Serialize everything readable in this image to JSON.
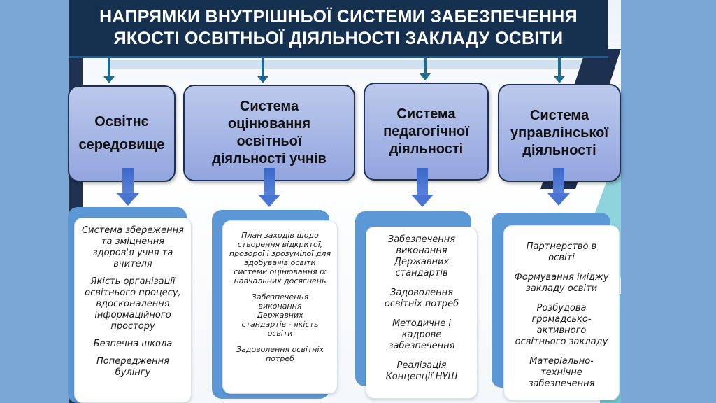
{
  "title": {
    "line1": "НАПРЯМКИ ВНУТРІШНЬОЇ СИСТЕМИ ЗАБЕЗПЕЧЕННЯ",
    "line2": "ЯКОСТІ ОСВІТНЬОЇ ДІЯЛЬНОСТІ ЗАКЛАДУ ОСВІТИ"
  },
  "columns": [
    {
      "heading": [
        "Освітнє",
        "середовище"
      ],
      "items": [
        "Система збереження та зміцнення здоров'я учня та вчителя",
        "Якість організації освітнього процесу, вдосконалення інформаційного простору",
        "Безпечна школа",
        "Попередження булінгу"
      ]
    },
    {
      "heading": [
        "Система",
        "оцінювання",
        "освітньої",
        "діяльності учнів"
      ],
      "items": [
        "План заходів щодо створення відкритої, прозорої і зрозумілої для здобувачів освіти системи оцінювання їх навчальних досягнень",
        "Забезпечення виконання Державних стандартів - якість освіти",
        "Задоволення освітніх потреб"
      ]
    },
    {
      "heading": [
        "Система",
        "педагогічної",
        "діяльності"
      ],
      "items": [
        "Забезпечення виконання Державних стандартів",
        "Задоволення освітніх потреб",
        "Методичне і кадрове забезпечення",
        "Реалізація Концепції НУШ"
      ]
    },
    {
      "heading": [
        "Система",
        "управлінської",
        "діяльності"
      ],
      "items": [
        "Партнерство в освіті",
        "Формування іміджу закладу освіти",
        "Розбудова громадсько-активного освітнього закладу",
        "Матеріально-технічне забезпечення"
      ]
    }
  ]
}
